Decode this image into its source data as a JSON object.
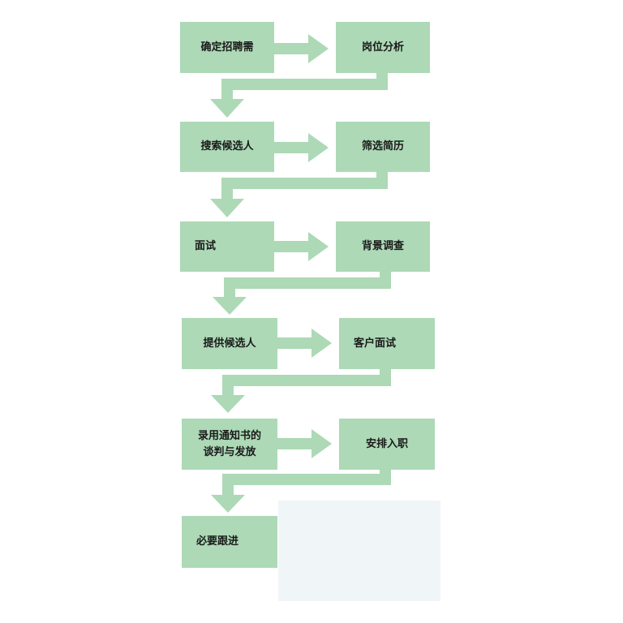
{
  "flowchart": {
    "steps": [
      {
        "id": "s1",
        "label": "确定招聘需"
      },
      {
        "id": "s2",
        "label": "岗位分析"
      },
      {
        "id": "s3",
        "label": "搜索候选人"
      },
      {
        "id": "s4",
        "label": "筛选简历"
      },
      {
        "id": "s5",
        "label": "面试"
      },
      {
        "id": "s6",
        "label": "背景调查"
      },
      {
        "id": "s7",
        "label": "提供候选人"
      },
      {
        "id": "s8",
        "label": "客户面试"
      },
      {
        "id": "s9",
        "label_line1": "录用通知书的",
        "label_line2": "谈判与发放"
      },
      {
        "id": "s10",
        "label": "安排入职"
      },
      {
        "id": "s11",
        "label": "必要跟进"
      }
    ],
    "colors": {
      "box": "#add9b6",
      "arrow": "#add9b6",
      "panel": "#f0f5f8"
    }
  }
}
